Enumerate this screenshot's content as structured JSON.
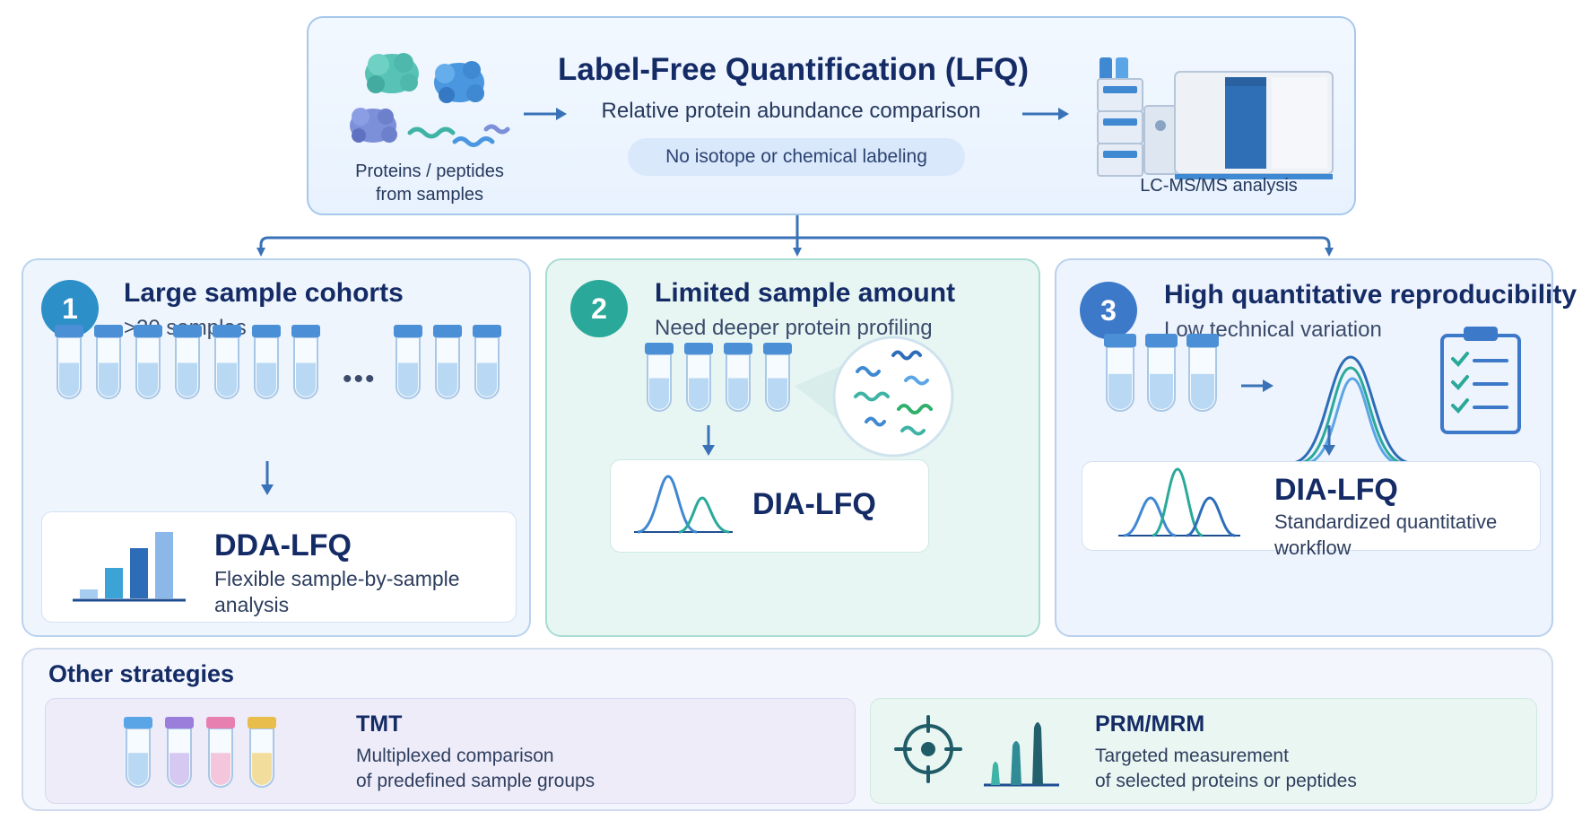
{
  "header": {
    "title": "Label-Free Quantification (LFQ)",
    "subtitle": "Relative protein abundance comparison",
    "chip": "No isotope or chemical labeling",
    "input_label_line1": "Proteins / peptides",
    "input_label_line2": "from samples",
    "instrument_label": "LC-MS/MS analysis"
  },
  "scenarios": [
    {
      "number": "1",
      "title": "Large sample cohorts",
      "subtitle": ">20 samples",
      "ellipsis": "•••",
      "method": "DDA-LFQ",
      "description_line1": "Flexible sample-by-sample",
      "description_line2": "analysis",
      "accent": "#2d8fc7"
    },
    {
      "number": "2",
      "title": "Limited sample amount",
      "subtitle": "Need deeper protein profiling",
      "method": "DIA-LFQ",
      "accent": "#2aa99a"
    },
    {
      "number": "3",
      "title": "High quantitative reproducibility",
      "subtitle": "Low technical variation",
      "method": "DIA-LFQ",
      "description_line1": "Standardized quantitative",
      "description_line2": "workflow",
      "accent": "#3c79c9"
    }
  ],
  "other": {
    "title": "Other strategies",
    "strategies": [
      {
        "name": "TMT",
        "description_line1": "Multiplexed comparison",
        "description_line2": "of predefined sample groups"
      },
      {
        "name": "PRM/MRM",
        "description_line1": "Targeted measurement",
        "description_line2": "of selected proteins or peptides"
      }
    ]
  },
  "colors": {
    "navy": "#142b66",
    "arrow": "#3a72b8",
    "tube_cap": "#4b8fd6",
    "tube_liquid": "#b9d8f3",
    "tmt_caps": [
      "#5aa5e6",
      "#9b7ddb",
      "#e87fb1",
      "#e9bd4b"
    ]
  }
}
